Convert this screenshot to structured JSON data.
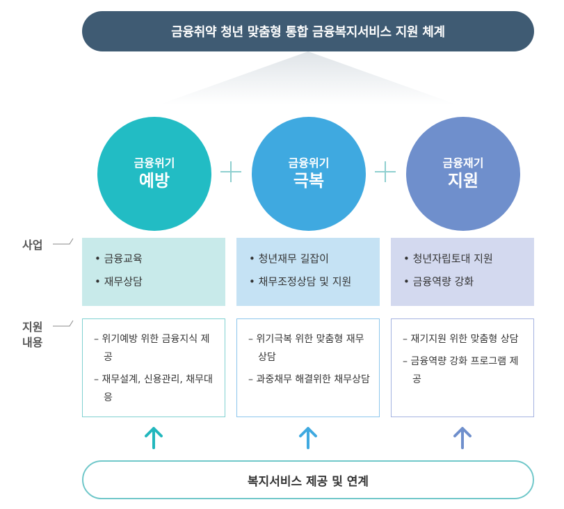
{
  "title": "금융취약 청년 맞춤형 통합 금융복지서비스 지원 체계",
  "pillars": [
    {
      "sub": "금융위기",
      "main": "예방",
      "color": "#22bcc4"
    },
    {
      "sub": "금융위기",
      "main": "극복",
      "color": "#3fa9e0"
    },
    {
      "sub": "금융재기",
      "main": "지원",
      "color": "#6f8fcc"
    }
  ],
  "labels": {
    "business": "사업",
    "support_line1": "지원",
    "support_line2": "내용"
  },
  "business": [
    [
      "• 금융교육",
      "• 재무상담"
    ],
    [
      "• 청년재무 길잡이",
      "• 채무조정상담 및 지원"
    ],
    [
      "• 청년자립토대 지원",
      "• 금융역량 강화"
    ]
  ],
  "support": [
    [
      "– 위기예방 위한 금융지식 제공",
      "– 재무설계, 신용관리, 채무대응"
    ],
    [
      "– 위기극복 위한 맞춤형 재무상담",
      "– 과중채무 해결위한 채무상담"
    ],
    [
      "– 재기지원 위한 맞춤형 상담",
      "– 금융역량 강화 프로그램 제공"
    ]
  ],
  "footer": "복지서비스 제공 및 연계",
  "colors": {
    "title_bg": "#3f5b73",
    "arrow_teal": "#22b7bd",
    "arrow_blue": "#3fa9e0",
    "arrow_purple": "#6f8fcc"
  }
}
